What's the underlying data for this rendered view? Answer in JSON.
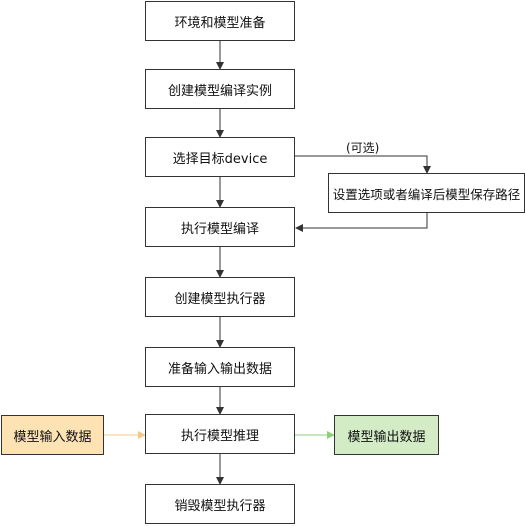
{
  "steps": [
    "环境和模型准备",
    "创建模型编译实例",
    "选择目标device",
    "执行模型编译",
    "创建模型执行器",
    "准备输入输出数据",
    "执行模型推理",
    "销毁模型执行器"
  ],
  "side_box": "设置选项或者编译后模型保存路径",
  "optional_label": "(可选)",
  "input_box": "模型输入数据",
  "output_box": "模型输出数据",
  "colors": {
    "input_fill": "#fde2b4",
    "output_fill": "#d3ecc6",
    "input_arrow": "#f5c88a",
    "output_arrow": "#8fd17a",
    "stroke": "#333333"
  }
}
